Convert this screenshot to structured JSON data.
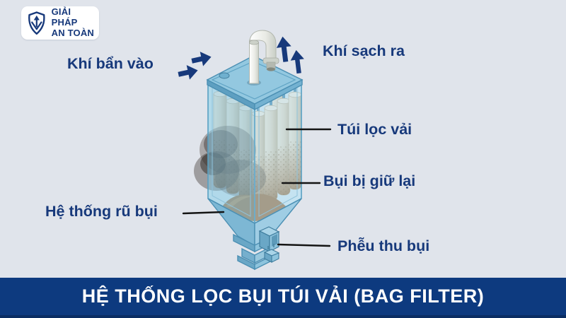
{
  "logo": {
    "line1": "GIẢI PHÁP",
    "line2": "AN TOÀN"
  },
  "diagram": {
    "labels": {
      "dirty_air_in": "Khí bẩn vào",
      "clean_air_out": "Khí sạch ra",
      "filter_bags": "Túi lọc vải",
      "dust_retained": "Bụi bị giữ lại",
      "shaking_system": "Hệ thống rũ bụi",
      "dust_hopper": "Phễu thu bụi"
    }
  },
  "banner": {
    "title": "HỆ THỐNG LỌC BỤI TÚI VẢI (BAG FILTER)"
  },
  "colors": {
    "background": "#e0e4eb",
    "label_text": "#17397b",
    "arrow": "#17397b",
    "leader_line": "#141414",
    "banner_bg": "#0d3a7f",
    "banner_text": "#ffffff",
    "machine_blue": "#93c8e0",
    "bag_cream": "#e9e1cf",
    "dust_brown": "#a0764a"
  }
}
